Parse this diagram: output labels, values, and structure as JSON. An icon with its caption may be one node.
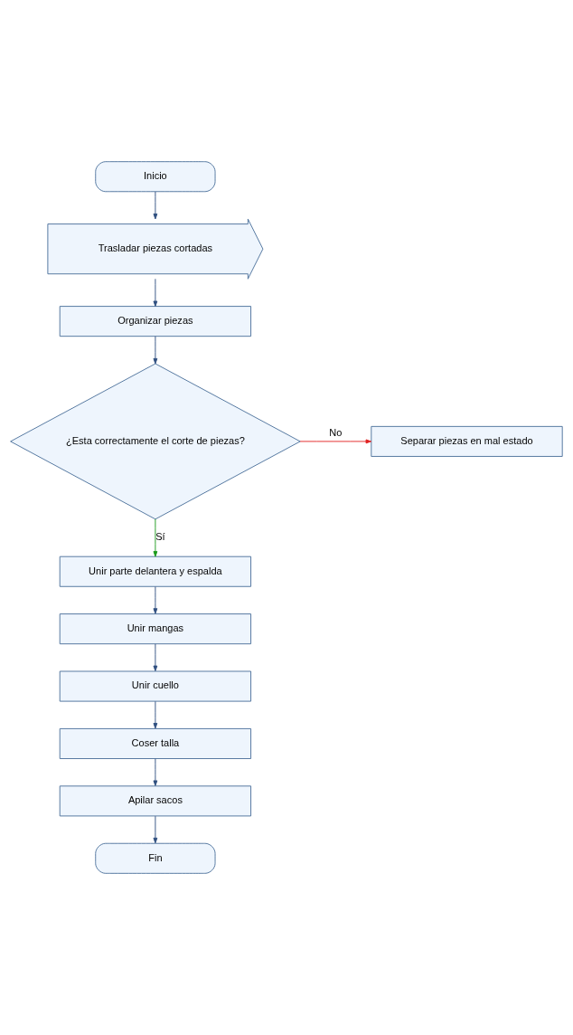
{
  "diagram": {
    "nodes": [
      {
        "text": [
          "Inicio"
        ]
      },
      {
        "text": [
          "Trasladar piezas cortadas"
        ]
      },
      {
        "text": [
          "Organizar piezas"
        ]
      },
      {
        "text": [
          "¿Esta correctamente el corte de piezas?"
        ]
      },
      {
        "text": [
          "Separar piezas en mal estado"
        ]
      },
      {
        "text": [
          "Unir parte delantera y espalda"
        ]
      },
      {
        "text": [
          "Unir mangas"
        ]
      },
      {
        "text": [
          "Unir cuello"
        ]
      },
      {
        "text": [
          "Coser talla"
        ]
      },
      {
        "text": [
          "Apilar sacos"
        ]
      },
      {
        "text": [
          "Fin"
        ]
      }
    ],
    "edges": [
      {
        "from": 0,
        "to": 1,
        "arrow": "to"
      },
      {
        "from": 1,
        "to": 2,
        "arrow": "to"
      },
      {
        "from": 2,
        "to": 3,
        "arrow": "to"
      },
      {
        "from": 3,
        "to": 4,
        "arrow": "to",
        "label": "No",
        "color": "#e02020"
      },
      {
        "from": 3,
        "to": 5,
        "arrow": "to",
        "label": "Sí",
        "color": "#1a9a1a"
      },
      {
        "from": 5,
        "to": 6,
        "arrow": "to"
      },
      {
        "from": 6,
        "to": 7,
        "arrow": "to"
      },
      {
        "from": 7,
        "to": 8,
        "arrow": "to"
      },
      {
        "from": 8,
        "to": 9,
        "arrow": "to"
      },
      {
        "from": 9,
        "to": 10,
        "arrow": "to"
      }
    ]
  }
}
